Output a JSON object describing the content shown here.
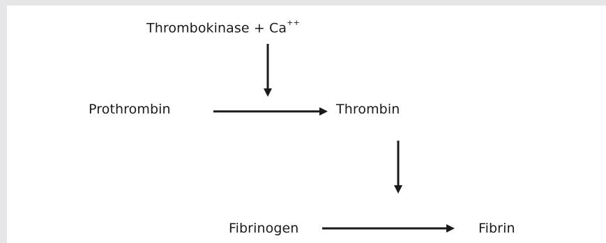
{
  "diagram": {
    "nodes": {
      "reagent": {
        "text": "Thrombokinase + Ca",
        "superscript": "++"
      },
      "prothrombin": "Prothrombin",
      "thrombin": "Thrombin",
      "fibrinogen": "Fibrinogen",
      "fibrin": "Fibrin"
    },
    "edges": [
      {
        "from": "reagent",
        "to": "prothrombin-thrombin-arrow",
        "kind": "acts-on"
      },
      {
        "from": "prothrombin",
        "to": "thrombin",
        "kind": "conversion"
      },
      {
        "from": "thrombin",
        "to": "fibrinogen-fibrin-arrow",
        "kind": "acts-on"
      },
      {
        "from": "fibrinogen",
        "to": "fibrin",
        "kind": "conversion"
      }
    ],
    "colors": {
      "arrow": "#1a1a1a",
      "text": "#1a1a1a",
      "background": "#ffffff",
      "frame": "#e6e6e8"
    }
  }
}
